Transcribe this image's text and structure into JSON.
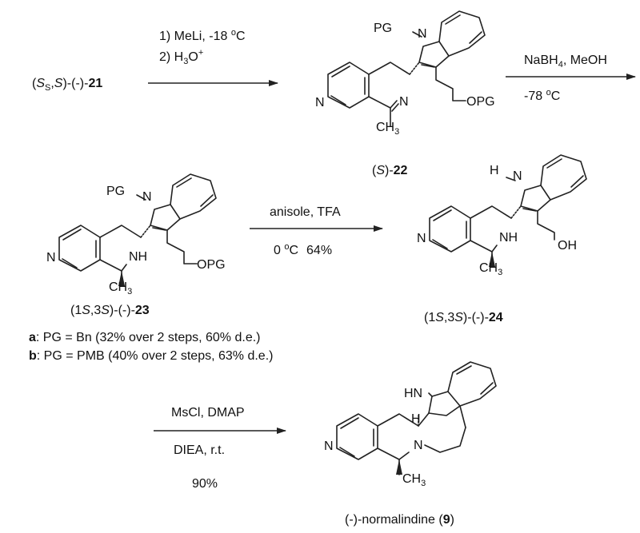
{
  "starting_material": {
    "prefix": "(",
    "s_sub": "S",
    "s_sub_index": "S",
    "comma_s": ",",
    "s_config": "S",
    "suffix": ")-(-)-",
    "number": "21"
  },
  "step1": {
    "line1_prefix": "1) MeLi, -18 ",
    "line1_deg": "o",
    "line1_unit": "C",
    "line2_prefix": "2)  H",
    "line2_sub": "3",
    "line2_mid": "O",
    "line2_sup": "+"
  },
  "step2": {
    "reagent_prefix": "NaBH",
    "reagent_sub": "4",
    "reagent_suffix": ", MeOH",
    "temp_prefix": "-78 ",
    "temp_deg": "o",
    "temp_unit": "C"
  },
  "step3": {
    "reagents": "anisole, TFA",
    "cond_prefix": "0 ",
    "cond_deg": "o",
    "cond_unit": "C",
    "yield": "64%"
  },
  "step4": {
    "reagents": "MsCl, DMAP",
    "base": "DIEA, r.t.",
    "yield": "90%"
  },
  "compound22": {
    "open": "(",
    "config": "S",
    "close": ")-",
    "number": "22",
    "atoms": {
      "pg": "PG",
      "n_indole": "N",
      "n_pyr": "N",
      "n_ring": "N",
      "opg": "OPG",
      "ch": "CH",
      "ch_sub": "3"
    }
  },
  "compound23": {
    "open": "(1",
    "c1": "S",
    "mid": ",3",
    "c3": "S",
    "close": ")-(-)-",
    "number": "23",
    "atoms": {
      "pg": "PG",
      "n_indole": "N",
      "n_pyr": "N",
      "nh": "NH",
      "opg": "OPG",
      "ch": "CH",
      "ch_sub": "3"
    }
  },
  "compound24": {
    "open": "(1",
    "c1": "S",
    "mid": ",3",
    "c3": "S",
    "close": ")-(-)-",
    "number": "24",
    "atoms": {
      "h": "H",
      "n_indole": "N",
      "n_pyr": "N",
      "nh": "NH",
      "oh": "OH",
      "ch": "CH",
      "ch_sub": "3"
    }
  },
  "compound9": {
    "name": "(-)-normalindine (",
    "number": "9",
    "close": ")",
    "atoms": {
      "hn": "HN",
      "h": "H",
      "n_pyr": "N",
      "n_ring": "N",
      "ch": "CH",
      "ch_sub": "3"
    }
  },
  "variants": [
    {
      "key": "a",
      "text": ":  PG = Bn (32% over 2 steps, 60% d.e.)"
    },
    {
      "key": "b",
      "text": ":  PG = PMB (40% over 2 steps, 63% d.e.)"
    }
  ]
}
